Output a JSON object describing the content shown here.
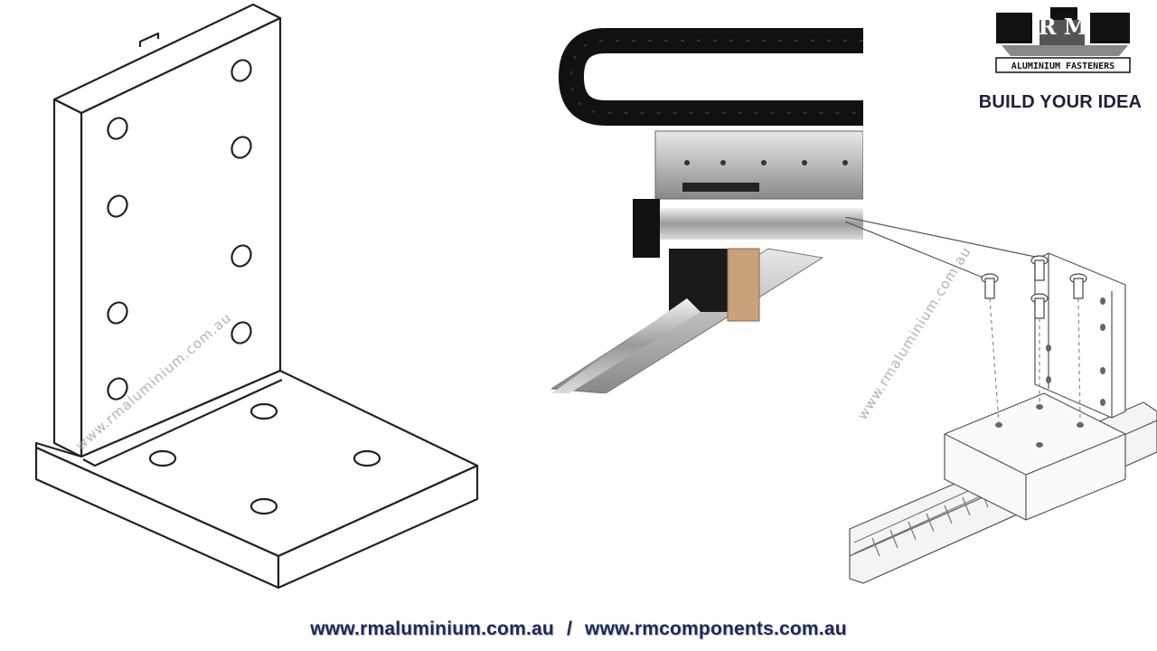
{
  "watermarks": [
    "www.rmaluminium.com.au",
    "www.rmaluminium.com.au"
  ],
  "logo": {
    "brand_letters": "R M",
    "subtitle": "ALUMINIUM FASTENERS",
    "tagline": "BUILD YOUR IDEA"
  },
  "footer": {
    "url_1": "www.rmaluminium.com.au",
    "separator": "/",
    "url_2": "www.rmcomponents.com.au"
  },
  "colors": {
    "line_art": "#222222",
    "footer_text": "#1c2a55",
    "tagline_text": "#1f1f38"
  }
}
